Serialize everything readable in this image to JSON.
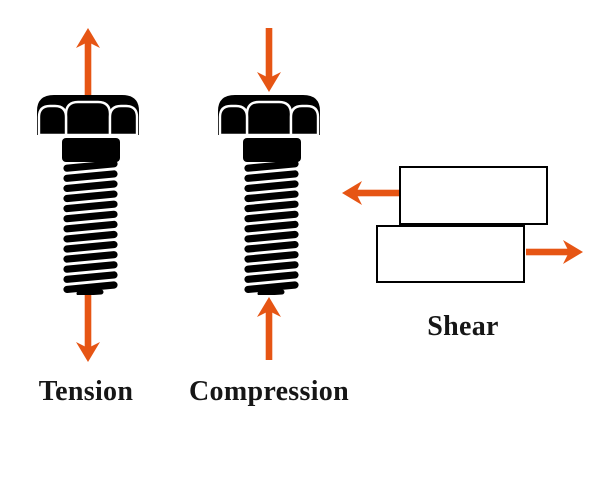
{
  "diagram": {
    "colors": {
      "arrow": "#E65514",
      "bolt": "#000000",
      "background": "#FFFFFF",
      "plate_fill": "#FFFFFF",
      "plate_outline": "#000000",
      "label_text": "#161616"
    },
    "figures": [
      {
        "id": "tension",
        "label": "Tension",
        "icon": "bolt-icon",
        "force_arrows": [
          "up-away-from-head",
          "down-away-from-tip"
        ]
      },
      {
        "id": "compression",
        "label": "Compression",
        "icon": "bolt-icon",
        "force_arrows": [
          "down-toward-head",
          "up-toward-tip"
        ]
      },
      {
        "id": "shear",
        "label": "Shear",
        "icon": "overlapping-plates-icon",
        "force_arrows": [
          "left-on-top-plate",
          "right-on-bottom-plate"
        ]
      }
    ]
  }
}
